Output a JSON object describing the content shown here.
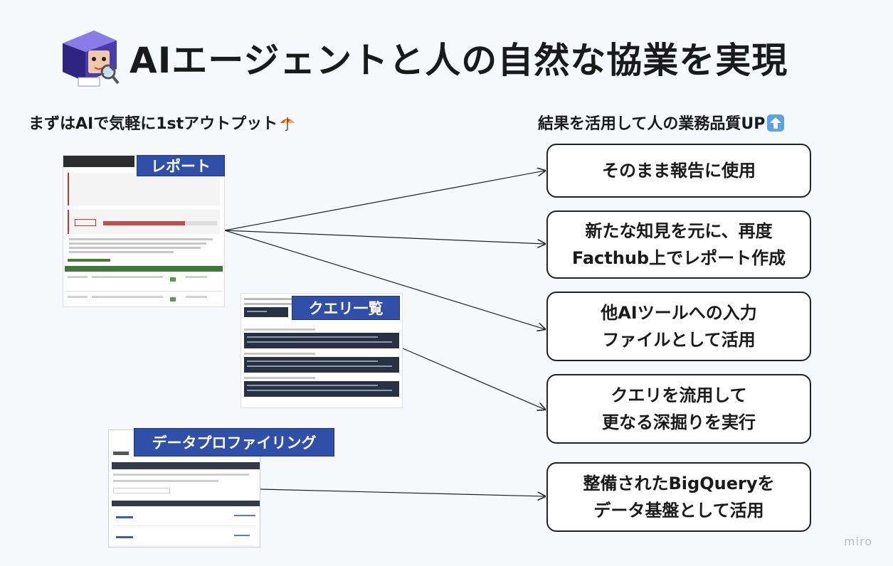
{
  "title": "AIエージェントと人の自然な協業を実現",
  "left_heading": "まずはAIで気軽に1stアウトプット",
  "right_heading": "結果を活用して人の業務品質UP",
  "badges": {
    "report": "レポート",
    "query": "クエリ一覧",
    "profiling": "データプロファイリング"
  },
  "results": [
    {
      "lines": [
        "そのまま報告に使用"
      ]
    },
    {
      "lines": [
        "新たな知見を元に、再度",
        "Facthub上でレポート作成"
      ]
    },
    {
      "lines": [
        "他AIツールへの入力",
        "ファイルとして活用"
      ]
    },
    {
      "lines": [
        "クエリを流用して",
        "更なる深掘りを実行"
      ]
    },
    {
      "lines": [
        "整備されたBigQueryを",
        "データ基盤として活用"
      ]
    }
  ],
  "watermark": "miro",
  "icons": [
    "mascot-icon",
    "umbrella-emoji-icon",
    "up-arrow-emoji-icon"
  ]
}
